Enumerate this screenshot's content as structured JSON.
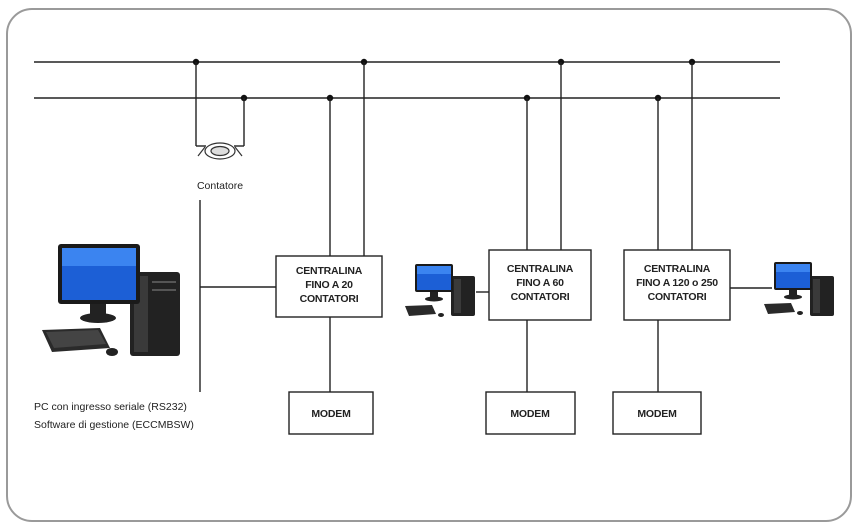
{
  "meter": {
    "label": "Contatore"
  },
  "pc_main": {
    "line1": "PC con ingresso seriale (RS232)",
    "line2": "Software di gestione (ECCMBSW)"
  },
  "controllers": [
    {
      "lines": [
        "CENTRALINA",
        "FINO A 20",
        "CONTATORI"
      ]
    },
    {
      "lines": [
        "CENTRALINA",
        "FINO A 60",
        "CONTATORI"
      ]
    },
    {
      "lines": [
        "CENTRALINA",
        "FINO A 120 o 250",
        "CONTATORI"
      ]
    }
  ],
  "modems": [
    {
      "label": "MODEM"
    },
    {
      "label": "MODEM"
    },
    {
      "label": "MODEM"
    }
  ]
}
